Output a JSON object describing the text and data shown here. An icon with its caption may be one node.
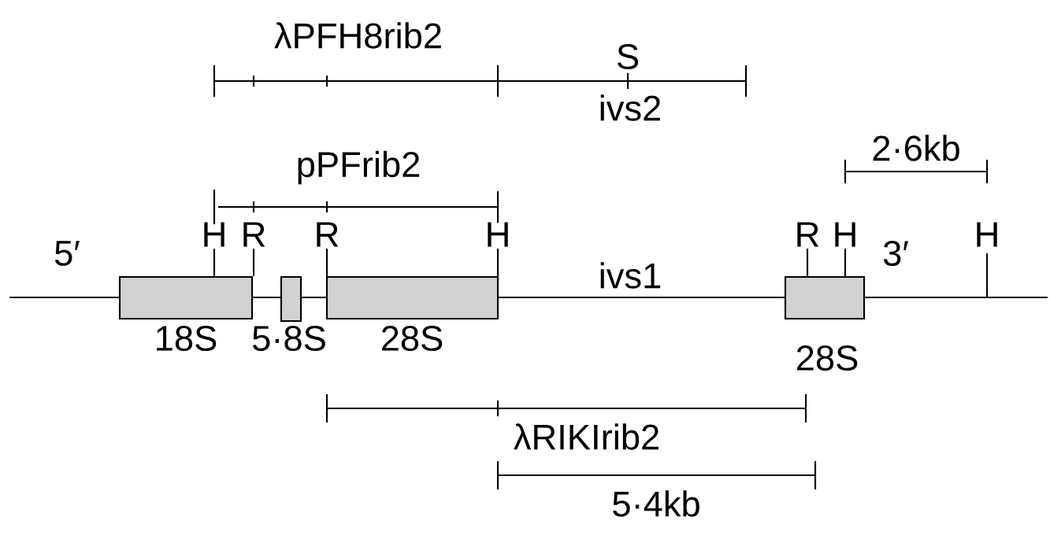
{
  "diagram": {
    "nodes": [
      {
        "text": [
          "H"
        ]
      },
      {
        "text": [
          "R"
        ]
      },
      {
        "text": [
          "R"
        ]
      },
      {
        "text": [
          "H"
        ]
      },
      {
        "text": [
          "R"
        ]
      },
      {
        "text": [
          "H"
        ]
      },
      {
        "text": [],
        "shape": "box",
        "beside": [
          "18S"
        ]
      },
      {
        "text": [],
        "shape": "box",
        "beside": [
          "5·8S"
        ]
      },
      {
        "text": [],
        "shape": "box",
        "beside": [
          "28S"
        ]
      },
      {
        "text": [],
        "shape": "box",
        "beside": [
          "28S"
        ]
      }
    ],
    "edges": [
      {
        "from": 0,
        "to": 6,
        "arrow": "none"
      },
      {
        "from": 1,
        "to": 6,
        "arrow": "none"
      },
      {
        "from": 2,
        "to": 8,
        "arrow": "none"
      },
      {
        "from": 3,
        "to": 8,
        "arrow": "none"
      },
      {
        "from": 4,
        "to": 9,
        "arrow": "none"
      },
      {
        "from": 5,
        "to": 9,
        "arrow": "none"
      }
    ],
    "labels": [
      "λPFH8rib2",
      "S",
      "ivs2",
      "2·6kb",
      "pPFrib2",
      "H",
      "5′",
      "3′",
      "ivs1",
      "λRIKIrib2",
      "5·4kb"
    ]
  }
}
